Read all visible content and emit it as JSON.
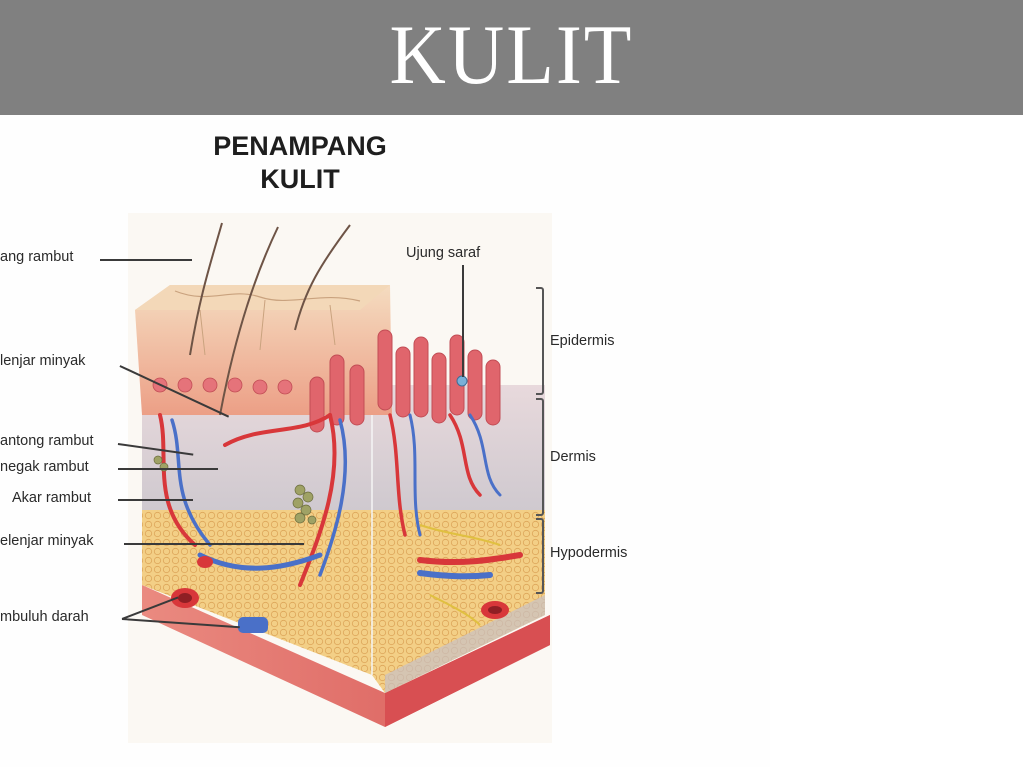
{
  "slide": {
    "title": "KULIT",
    "header_color": "#808080"
  },
  "figure": {
    "title_line1": "PENAMPANG",
    "title_line2": "KULIT",
    "left_labels": [
      {
        "text": "ang rambut",
        "full": "Batang rambut"
      },
      {
        "text": "lenjar minyak",
        "full": "Kelenjar minyak"
      },
      {
        "text": "antong rambut",
        "full": "Kantong rambut"
      },
      {
        "text": "negak rambut",
        "full": "Otot penegak rambut"
      },
      {
        "text": "Akar rambut",
        "full": "Akar rambut"
      },
      {
        "text": "elenjar minyak",
        "full": "Kelenjar minyak"
      },
      {
        "text": "mbuluh darah",
        "full": "Pembuluh darah"
      }
    ],
    "top_label": "Ujung saraf",
    "layers": [
      {
        "name": "Epidermis"
      },
      {
        "name": "Dermis"
      },
      {
        "name": "Hypodermis"
      }
    ],
    "colors": {
      "epidermis": "#f0c4a0",
      "papillae": "#e0606a",
      "dermis": "#d9d2d6",
      "hypodermis": "#f2cf84",
      "muscle": "#e06a66",
      "artery": "#d8373a",
      "vein": "#4a70c8"
    }
  }
}
